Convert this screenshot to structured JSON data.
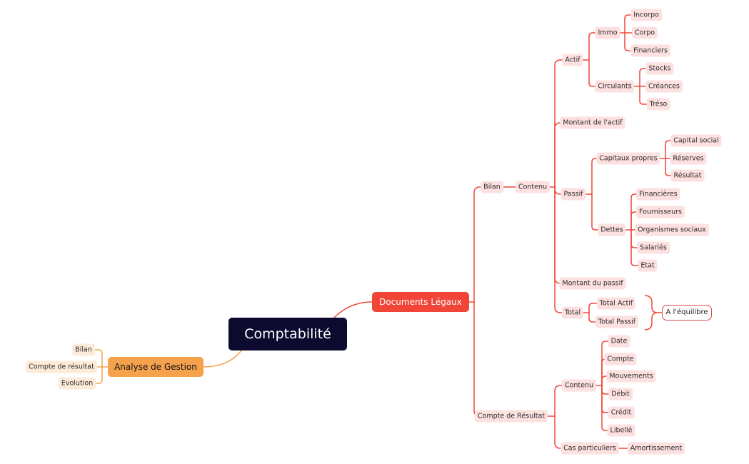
{
  "root": {
    "label": "Comptabilité"
  },
  "documents_legaux": {
    "label": "Documents Légaux",
    "bilan": {
      "label": "Bilan",
      "contenu": {
        "label": "Contenu",
        "actif": {
          "label": "Actif",
          "immo": {
            "label": "Immo",
            "items": [
              "Incorpo",
              "Corpo",
              "Financiers"
            ]
          },
          "circulants": {
            "label": "Circulants",
            "items": [
              "Stocks",
              "Créances",
              "Tréso"
            ]
          }
        },
        "montant_actif": "Montant de l'actif",
        "passif": {
          "label": "Passif",
          "capitaux": {
            "label": "Capitaux propres",
            "items": [
              "Capital social",
              "Réserves",
              "Résultat"
            ]
          },
          "dettes": {
            "label": "Dettes",
            "items": [
              "Financières",
              "Fournisseurs",
              "Organismes sociaux",
              "Salariés",
              "Etat"
            ]
          }
        },
        "montant_passif": "Montant du passif",
        "total": {
          "label": "Total",
          "items": [
            "Total Actif",
            "Total Passif"
          ],
          "note": "A l'équilibre"
        }
      }
    },
    "compte_resultat": {
      "label": "Compte de Résultat",
      "contenu": {
        "label": "Contenu",
        "items": [
          "Date",
          "Compte",
          "Mouvements",
          "Débit",
          "Crédit",
          "Libellé"
        ]
      },
      "cas": {
        "label": "Cas particuliers",
        "items": [
          "Amortissement"
        ]
      }
    }
  },
  "analyse": {
    "label": "Analyse de Gestion",
    "items": [
      "Bilan",
      "Compte de résultat",
      "Evolution"
    ]
  },
  "colors": {
    "root": "#0c0a2e",
    "main_red": "#f14538",
    "main_orange": "#f6a24d",
    "line_red": "#f14538",
    "line_orange": "#f6a24d",
    "leaf_red": "#fde0e0",
    "leaf_orange": "#fdebd9"
  }
}
